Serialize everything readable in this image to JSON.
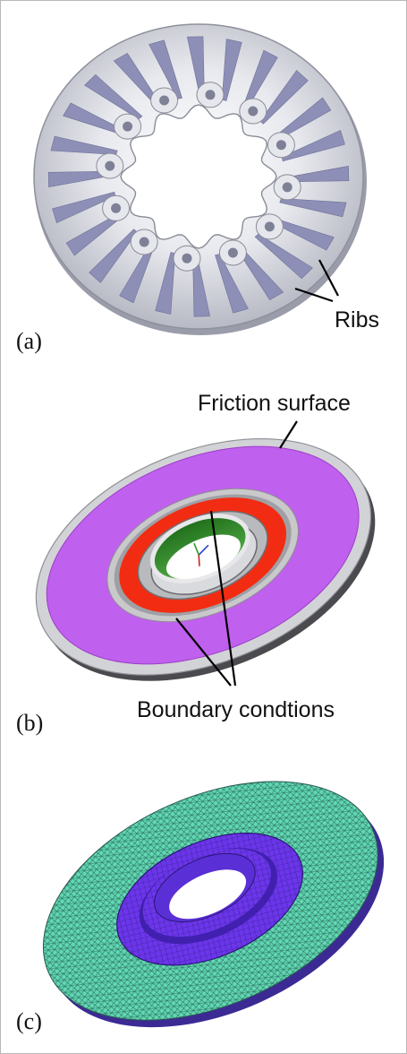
{
  "panels": {
    "a": {
      "label": "(a)",
      "callouts": {
        "ribs": "Ribs"
      }
    },
    "b": {
      "label": "(b)",
      "callouts": {
        "friction_surface": "Friction surface",
        "boundary_conditions": "Boundary condtions"
      }
    },
    "c": {
      "label": "(c)"
    }
  },
  "colors": {
    "disc_gray": "#c9cbd4",
    "friction_surface": "#c060ee",
    "boundary_red": "#f22c12",
    "hub_green": "#2f8f2a",
    "mesh_teal": "#5fd6b0",
    "mesh_purple": "#6a34e8"
  }
}
